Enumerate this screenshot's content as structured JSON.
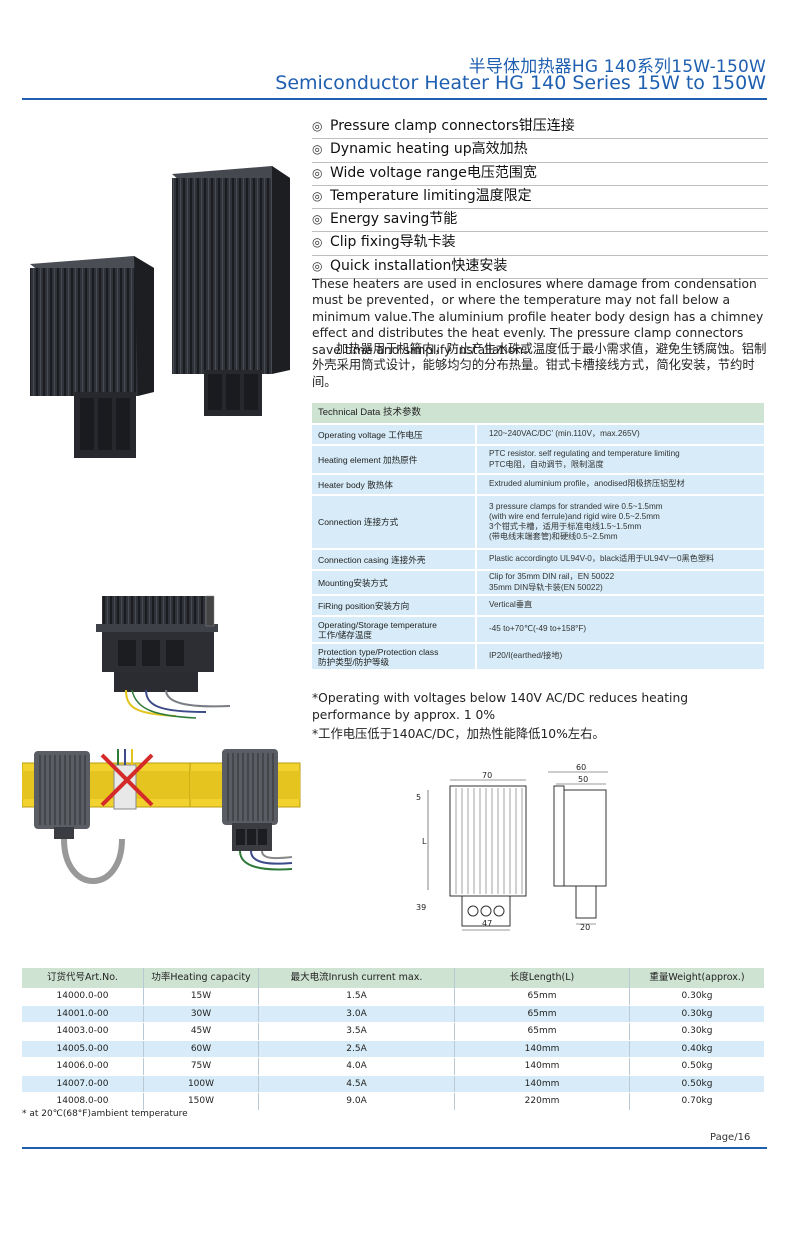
{
  "header": {
    "title_cn": "半导体加热器HG 140系列15W-150W",
    "title_en": "Semiconductor Heater HG 140 Series 15W to 150W"
  },
  "features": {
    "bullet": "◎",
    "items": [
      "Pressure clamp connectors钳压连接",
      "Dynamic heating up高效加热",
      "Wide voltage range电压范围宽",
      "Temperature limiting温度限定",
      "Energy saving节能",
      "Clip fixing导轨卡装",
      "Quick installation快速安装"
    ]
  },
  "description": {
    "en": "These heaters are used in enclosures where damage from condensation must be prevented，or where the temperature may not fall below a minimum value.The aluminium profile heater body design has a chimney effect and distributes the heat evenly. The pressure clamp connectors save time and simplify installation.",
    "cn": "加热器用于机箱内，防止产生水珠或温度低于最小需求值，避免生锈腐蚀。铝制外壳采用筒式设计，能够均匀的分布热量。钳式卡槽接线方式，简化安装，节约时间。"
  },
  "technical": {
    "title": "Technical Data 技术参数",
    "rows": [
      {
        "label": "Operating voltage 工作电压",
        "value": "120~240VAC/DC’ (min.110V，max.265V)"
      },
      {
        "label": "Heating element 加热原件",
        "value": "PTC resistor. self regulating and temperature limiting\nPTC电阻，自动调节，限制温度"
      },
      {
        "label": "Heater body 散热体",
        "value": "Extruded aluminium profile，anodised阳极挤压铝型材"
      },
      {
        "label": "Connection 连接方式",
        "value": "3 pressure clamps for stranded wire 0.5~1.5mm\n(with wire end ferrule)and rigid wire 0.5~2.5mm\n3个钳式卡槽，适用于标准电线1.5~1.5mm\n(带电线末端套管)和硬线0.5~2.5mm"
      },
      {
        "label": "Connection casing 连接外壳",
        "value": "Plastic accordingto UL94V-0，black适用于UL94V一0黑色塑料"
      },
      {
        "label": "Mounting安装方式",
        "value": "Clip for 35mm DIN rail，EN 50022\n35mm DIN导轨卡装(EN 50022)"
      },
      {
        "label": "FiRing position安装方向",
        "value": "Vertical垂直"
      },
      {
        "label": "Operating/Storage temperature\n工作/储存温度",
        "value": "-45 to+70℃(-49 to+158°F)"
      },
      {
        "label": "Protection type/Protection class\n防护类型/防护等级",
        "value": "IP20/I(earthed/接地)"
      }
    ]
  },
  "notes": {
    "en": "*Operating with voltages below 140V AC/DC reduces heating performance by approx. 1 0%",
    "cn": "*工作电压低于140AC/DC，加热性能降低10%左右。"
  },
  "drawing": {
    "dim_70": "70",
    "dim_60": "60",
    "dim_50": "50",
    "dim_5": "5",
    "dim_L": "L",
    "dim_39": "39",
    "dim_47": "47",
    "dim_20": "20"
  },
  "order_table": {
    "headers": [
      "订货代号Art.No.",
      "功率Heating capacity",
      "最大电流Inrush current max.",
      "长度Length(L)",
      "重量Weight(approx.)"
    ],
    "rows": [
      [
        "14000.0-00",
        "15W",
        "1.5A",
        "65mm",
        "0.30kg"
      ],
      [
        "14001.0-00",
        "30W",
        "3.0A",
        "65mm",
        "0.30kg"
      ],
      [
        "14003.0-00",
        "45W",
        "3.5A",
        "65mm",
        "0.30kg"
      ],
      [
        "14005.0-00",
        "60W",
        "2.5A",
        "140mm",
        "0.40kg"
      ],
      [
        "14006.0-00",
        "75W",
        "4.0A",
        "140mm",
        "0.50kg"
      ],
      [
        "14007.0-00",
        "100W",
        "4.5A",
        "140mm",
        "0.50kg"
      ],
      [
        "14008.0-00",
        "150W",
        "9.0A",
        "220mm",
        "0.70kg"
      ]
    ],
    "footnote": "* at 20℃(68°F)ambient temperature"
  },
  "footer": {
    "page": "Page/16"
  },
  "colors": {
    "brand_blue": "#1f5fb0",
    "table_header": "#cfe3d2",
    "table_row": "#d7ecf8",
    "heater_body": "#2a2d33",
    "din_rail": "#f2d22e"
  }
}
